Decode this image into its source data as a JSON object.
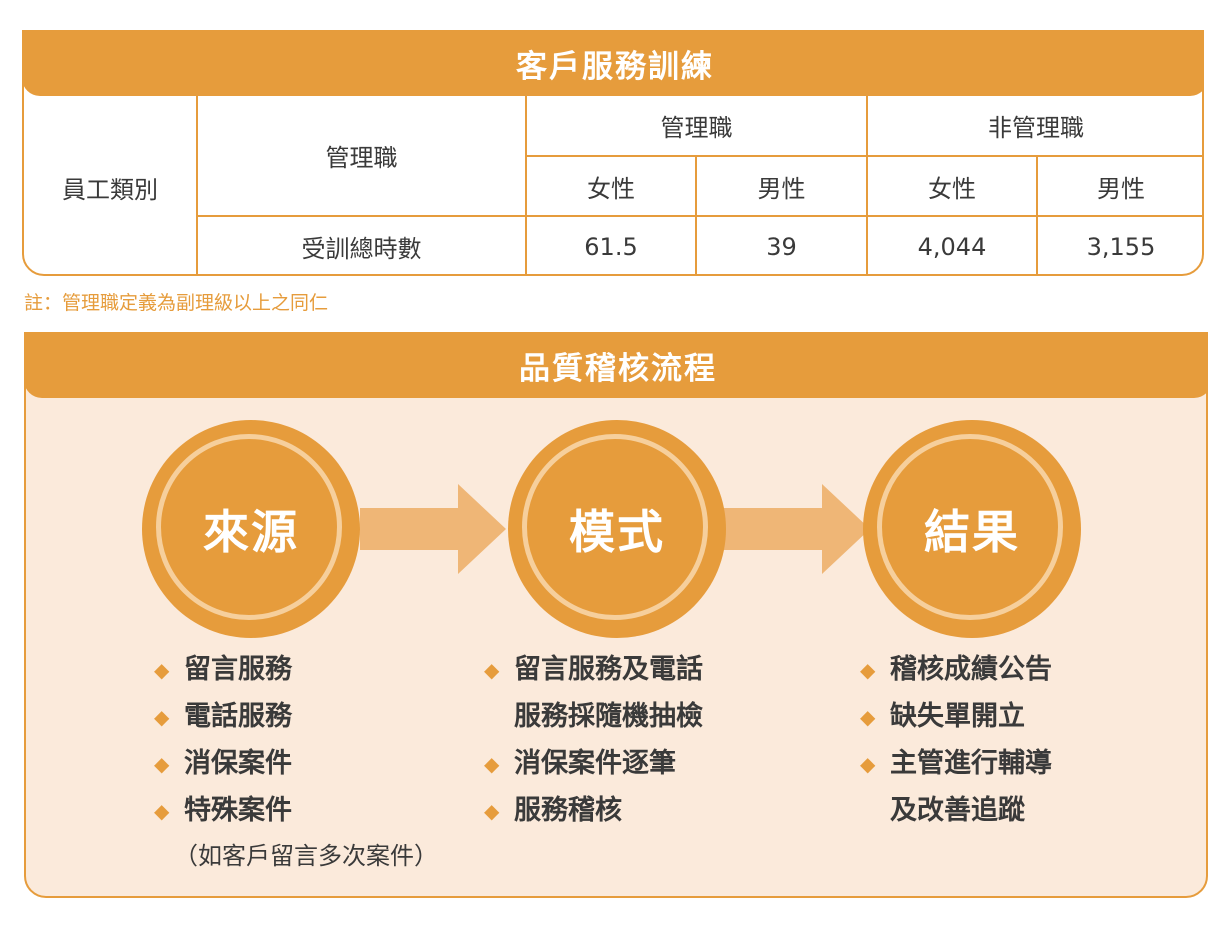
{
  "training_table": {
    "title": "客戶服務訓練",
    "employee_type_label": "員工類別",
    "management_label": "管理職",
    "group_headers": [
      "管理職",
      "非管理職"
    ],
    "gender_headers": [
      "女性",
      "男性",
      "女性",
      "男性"
    ],
    "row_label": "受訓總時數",
    "values": [
      "61.5",
      "39",
      "4,044",
      "3,155"
    ]
  },
  "note": "註：管理職定義為副理級以上之同仁",
  "process": {
    "title": "品質稽核流程",
    "stages": [
      {
        "label": "來源",
        "items": [
          {
            "lines": [
              "留言服務"
            ]
          },
          {
            "lines": [
              "電話服務"
            ]
          },
          {
            "lines": [
              "消保案件"
            ]
          },
          {
            "lines": [
              "特殊案件"
            ],
            "note": "（如客戶留言多次案件）"
          }
        ]
      },
      {
        "label": "模式",
        "items": [
          {
            "lines": [
              "留言服務及電話",
              "服務採隨機抽檢"
            ]
          },
          {
            "lines": [
              "消保案件逐筆"
            ]
          },
          {
            "lines": [
              "服務稽核"
            ]
          }
        ]
      },
      {
        "label": "結果",
        "items": [
          {
            "lines": [
              "稽核成績公告"
            ]
          },
          {
            "lines": [
              "缺失單開立"
            ]
          },
          {
            "lines": [
              "主管進行輔導",
              "及改善追蹤"
            ]
          }
        ]
      }
    ]
  },
  "icons": {
    "bullet": "diamond-icon",
    "arrow": "right-arrow-icon"
  },
  "colors": {
    "accent": "#e69c3c",
    "ring": "#f6cf9c",
    "panel_bg": "#fbeadb",
    "arrow": "#efb676"
  }
}
